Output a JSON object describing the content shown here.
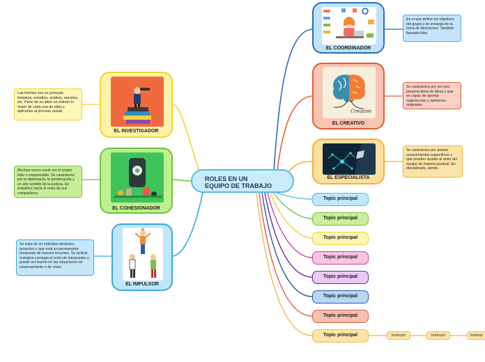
{
  "central": {
    "line1": "ROLES EN UN",
    "line2": "EQUIPO DE TRABAJO"
  },
  "roles": {
    "coordinador": {
      "label": "EL COORDINADOR",
      "note": "Es el que define los objetivos del grupo y se encarga de la toma de decisiones. También llamado líder."
    },
    "creativo": {
      "label": "EL CREATIVO",
      "note": "Se caracteriza por ser una persona llena de ideas y que es capaz de aportar sugerencias y opiniones originales.",
      "image_text": "Creative"
    },
    "especialista": {
      "label": "EL ESPECIALISTA",
      "note": "Se caracteriza por poseer conocimientos específicos y que pueden ayudar al resto del equipo de manera puntual. Es disciplinado, atento."
    },
    "investigador": {
      "label": "EL INVESTIGADOR",
      "note": "Las fuentes son su principal fortaleza: estudios, análisis, reportes, etc. Parte de su labor es extraer lo mejor de cada una de ellas y aplicarlas al proceso actual."
    },
    "cohesionador": {
      "label": "EL COHESIONADOR",
      "note": "Muchas veces suele ser el propio líder o responsable. Se caracteriza por la diplomacia, la ponderación y un alto sentido de la justicia. Es empático hacia el resto de sus compañeros."
    },
    "impulsor": {
      "label": "EL IMPULSOR",
      "note": "Se trata de un individuo dinámico, proactivo y que está en permanente búsqueda de nuevos recursos. Su actitud enérgica contagia al resto de integrantes y puede ser bueno en las situaciones de estancamiento o de crisis."
    }
  },
  "topics": [
    {
      "label": "Topic principal",
      "fill": "#bfe6fb",
      "border": "#5ab9e3"
    },
    {
      "label": "Topic principal",
      "fill": "#c9ef9a",
      "border": "#7cc242"
    },
    {
      "label": "Topic principal",
      "fill": "#fdf6b5",
      "border": "#e8d43a"
    },
    {
      "label": "Topic principal",
      "fill": "#f9c4e4",
      "border": "#d23ea2"
    },
    {
      "label": "Topic principal",
      "fill": "#ebc8f5",
      "border": "#6a2a8e"
    },
    {
      "label": "Topic principal",
      "fill": "#b9d6f5",
      "border": "#2a58b0"
    },
    {
      "label": "Topic principal",
      "fill": "#f7c1b0",
      "border": "#e25b3a"
    },
    {
      "label": "Topic principal",
      "fill": "#fde5a8",
      "border": "#f0b84c"
    }
  ],
  "subtopics": [
    "Subtopic",
    "Subtopic",
    "Subtopi"
  ],
  "colors": {
    "coordinador": "#2a6bc2",
    "creativo": "#e85a2e",
    "especialista": "#f5b131",
    "investigador": "#f4d22c",
    "cohesionador": "#6fc33c",
    "impulsor": "#3ba8e0"
  }
}
